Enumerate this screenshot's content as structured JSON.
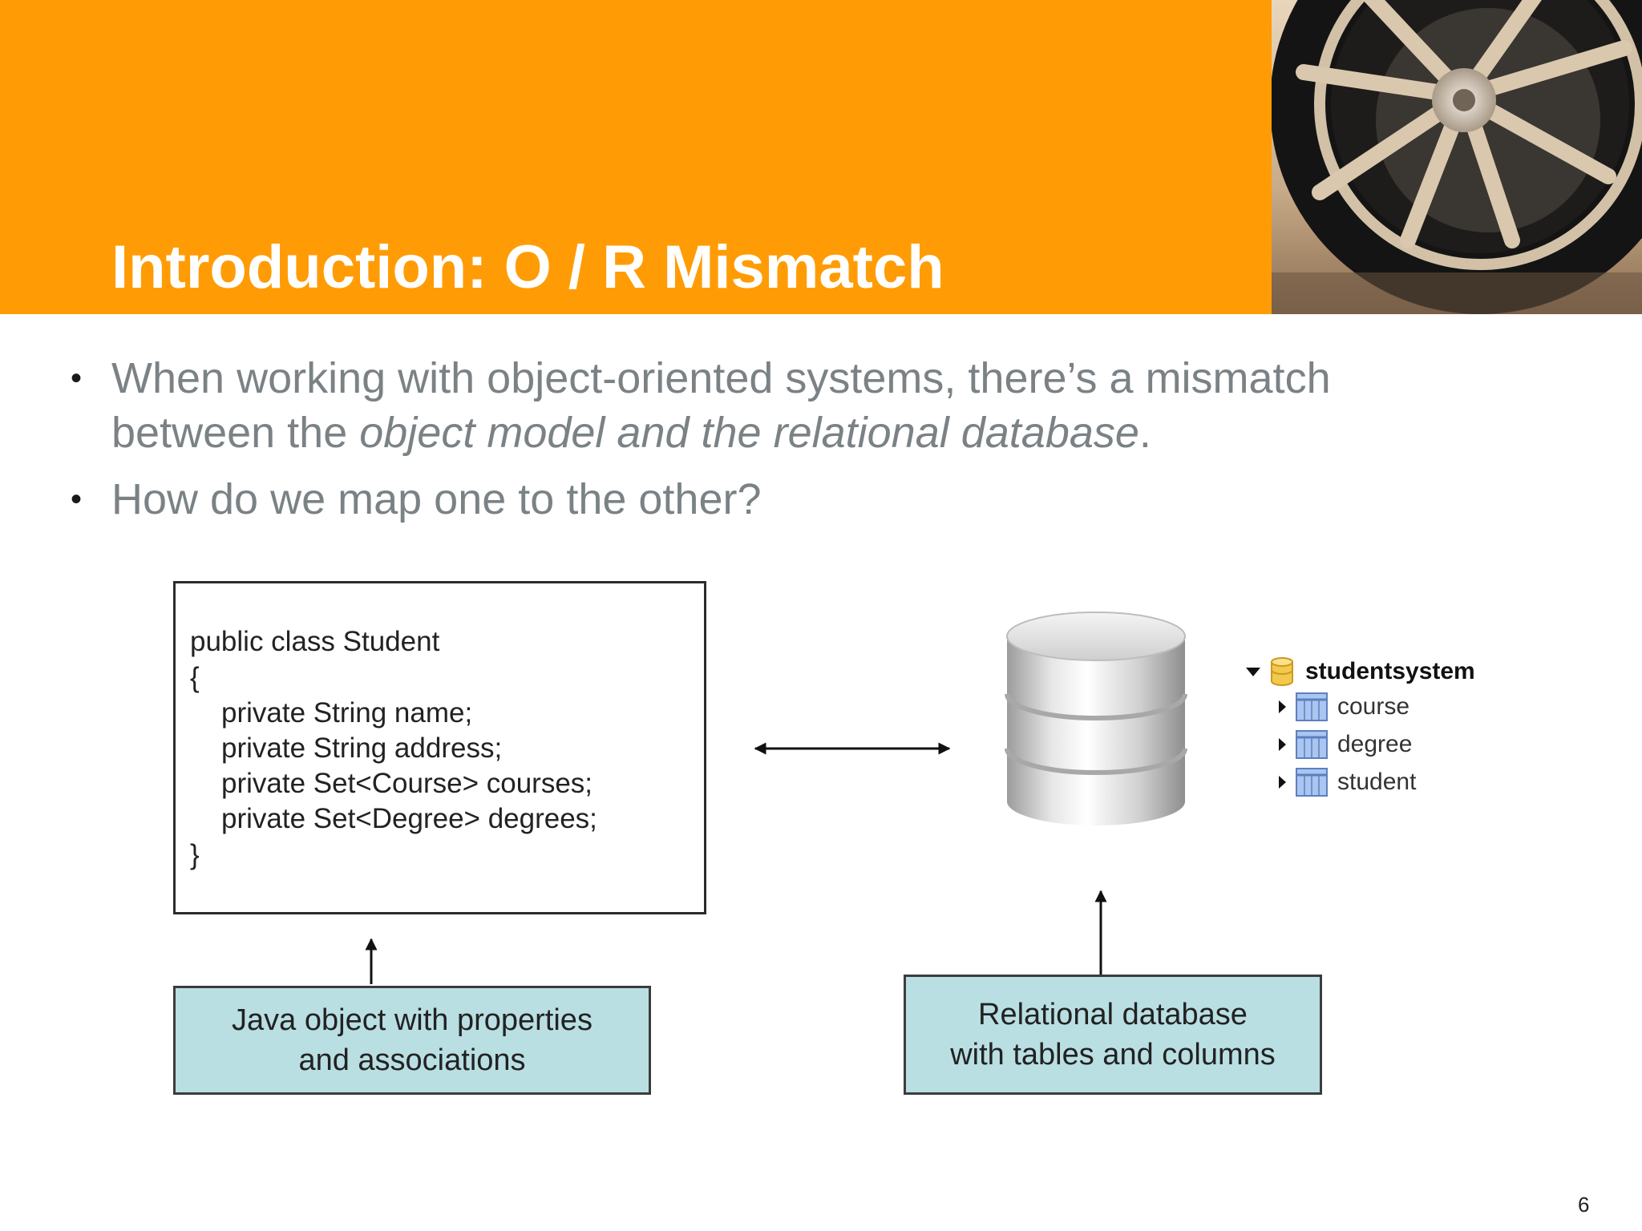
{
  "slide": {
    "title": "Introduction: O / R Mismatch",
    "page_number": "6"
  },
  "bullets": [
    {
      "part1": "When working with object-oriented systems, there’s a mismatch between the ",
      "emphasis": "object model and the relational database",
      "part2": "."
    },
    {
      "part1": "How do we map one to the other?"
    }
  ],
  "bullet_marker": "•",
  "code": {
    "lines": [
      "public class Student",
      "{",
      "private String name;",
      "private String address;",
      "private Set<Course> courses;",
      "private Set<Degree> degrees;",
      "}"
    ]
  },
  "labels": {
    "java": {
      "line1": "Java object with properties",
      "line2": "and associations"
    },
    "db": {
      "line1": "Relational database",
      "line2": "with tables and columns"
    }
  },
  "db_tree": {
    "root": "studentsystem",
    "tables": [
      "course",
      "degree",
      "student"
    ]
  },
  "colors": {
    "header_orange": "#ff9c05",
    "bullet_gray": "#7b8286",
    "label_fill": "#b9dfe3"
  }
}
